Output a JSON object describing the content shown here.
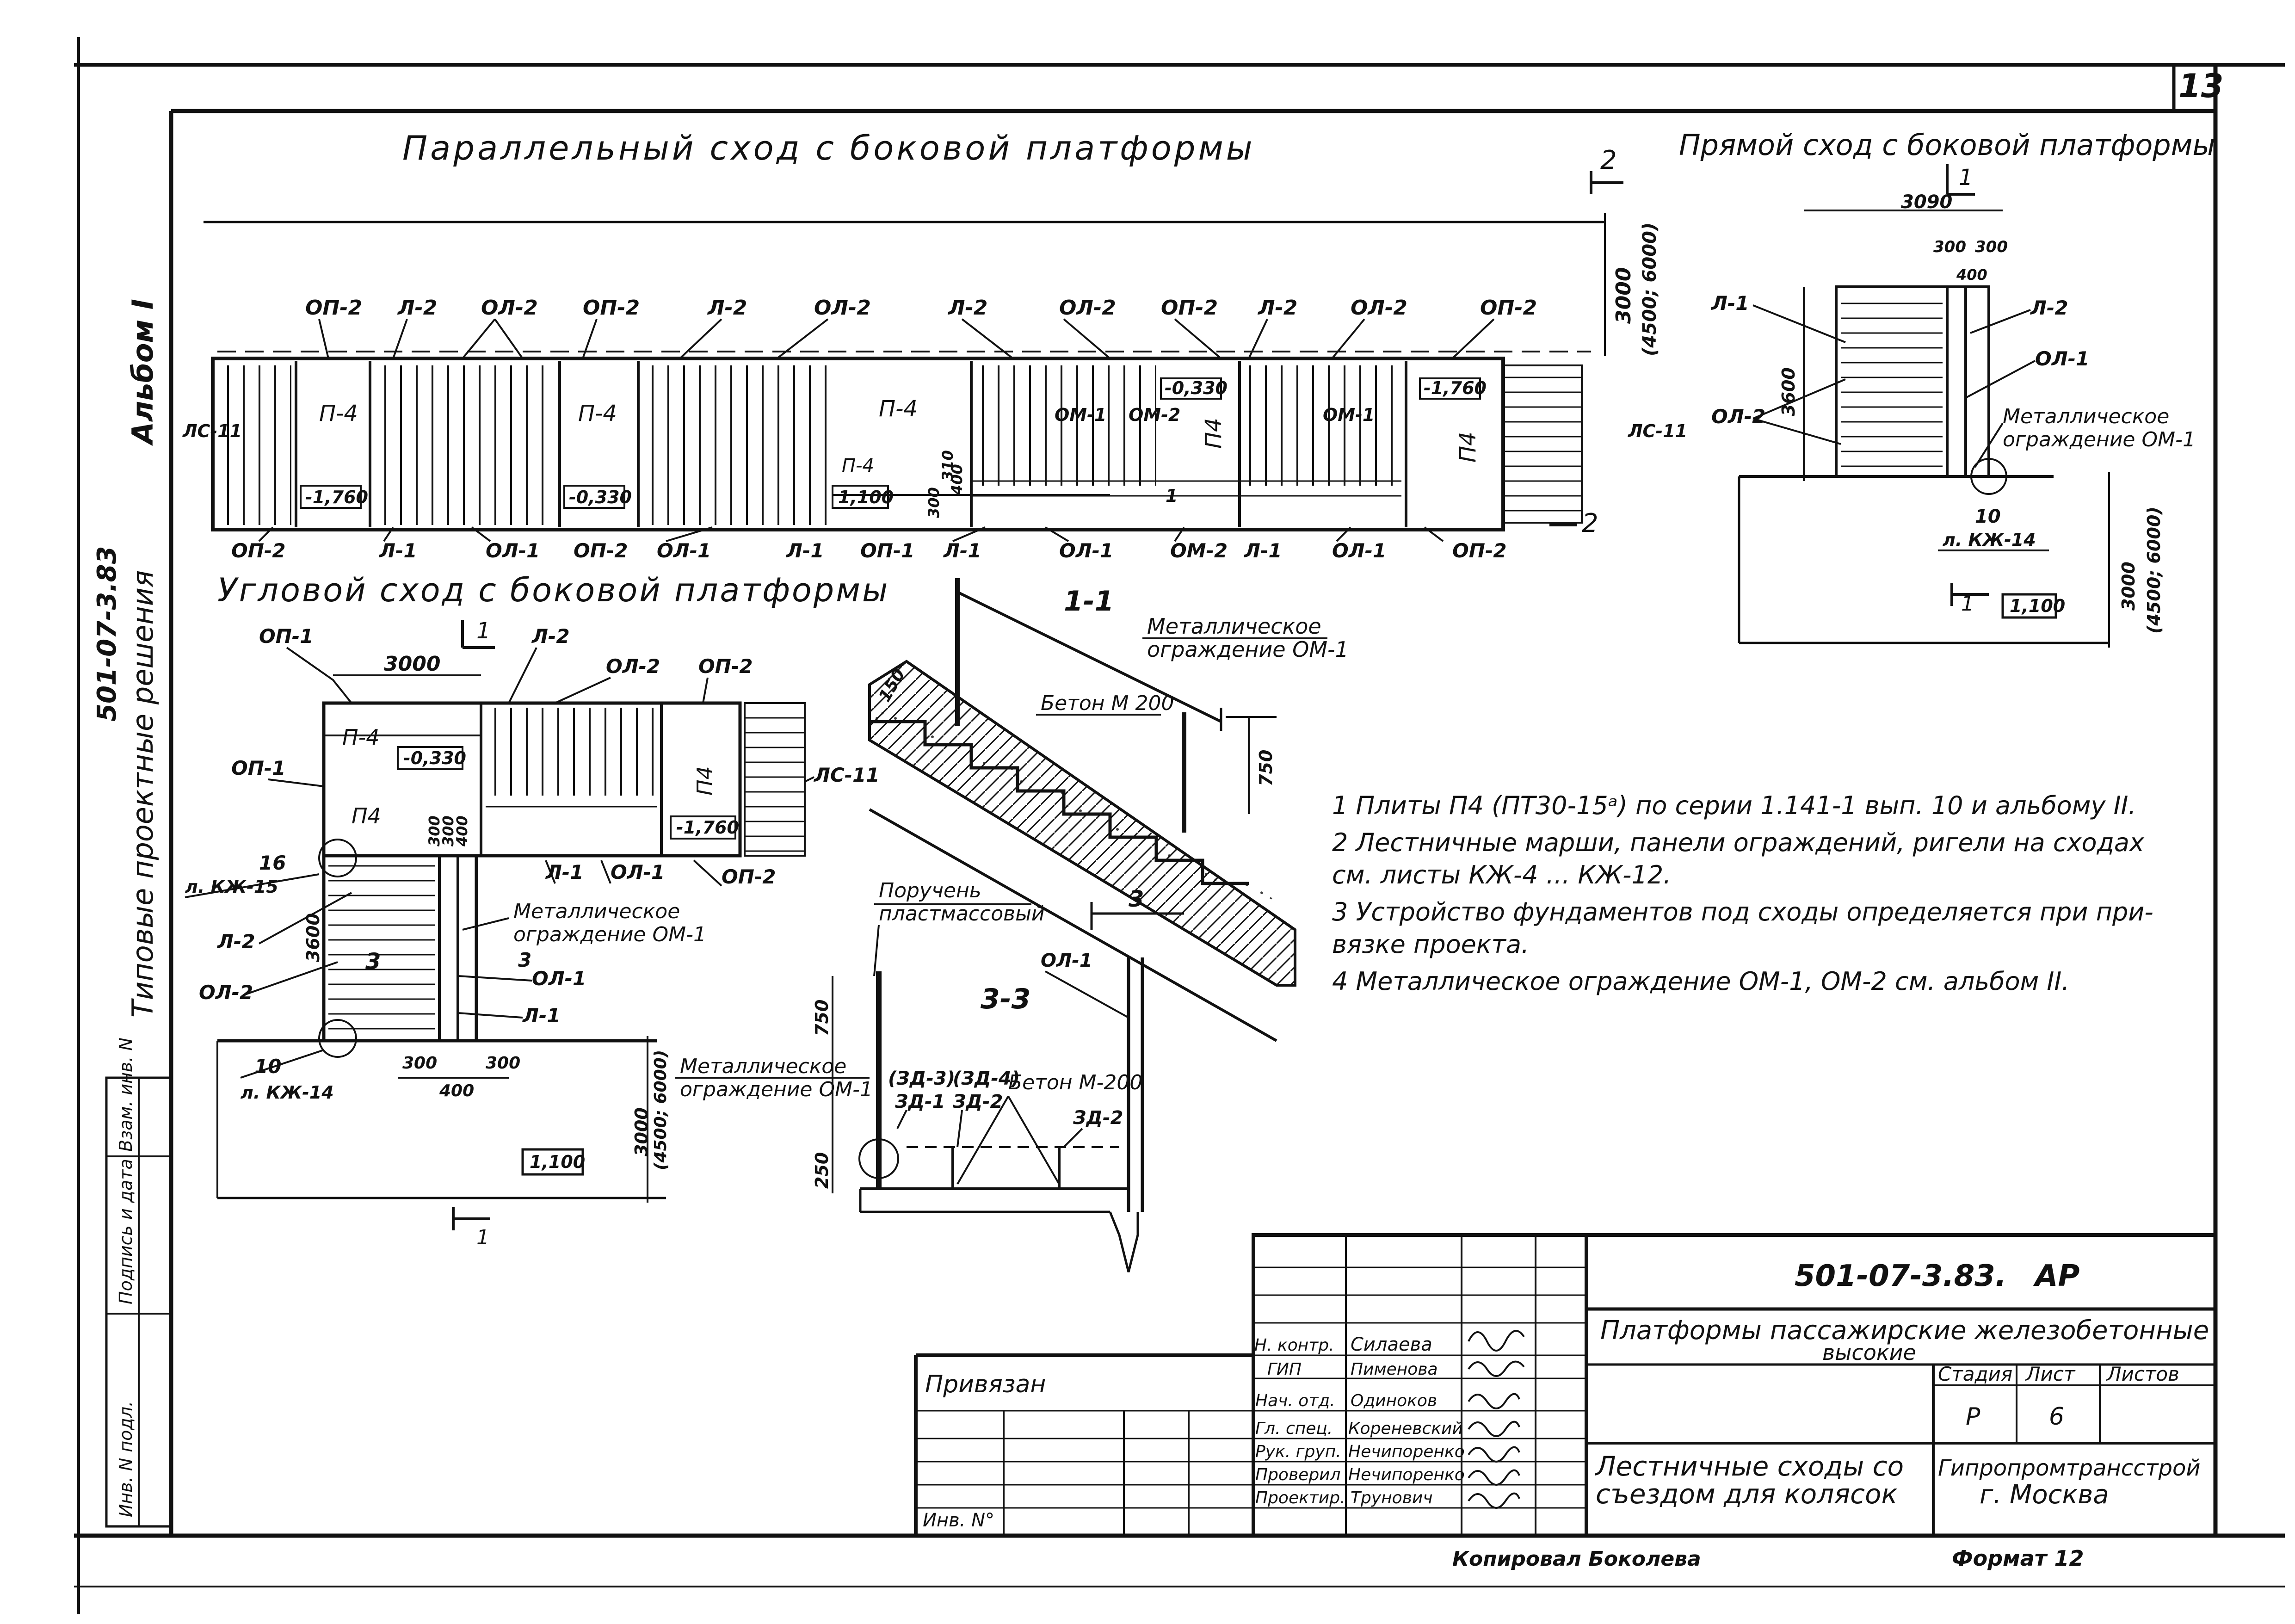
{
  "sheet_number": "13",
  "left_margin": {
    "series_code": "501-07-3.83",
    "album": "Альбом I",
    "series_title": "Типовые проектные решения",
    "stamp_cols": [
      "Инв. N подл.",
      "Подпись и дата",
      "Взам. инв. N"
    ]
  },
  "views": {
    "parallel": {
      "title": "Параллельный сход с боковой платформы",
      "dims": [
        "3000",
        "(4500; 6000)"
      ],
      "section_marks": [
        "2",
        "2"
      ],
      "top_labels": [
        "ОП-2",
        "Л-2",
        "ОЛ-2",
        "ОП-2",
        "Л-2",
        "ОЛ-2",
        "Л-2",
        "ОЛ-2",
        "ОП-2",
        "Л-2",
        "ОЛ-2",
        "ОП-2"
      ],
      "bottom_labels": [
        "ОП-2",
        "Л-1",
        "ОЛ-1",
        "ОП-2",
        "ОЛ-1",
        "Л-1",
        "ОП-1",
        "Л-1",
        "ОЛ-1",
        "ОМ-2",
        "Л-1",
        "ОЛ-1",
        "ОП-2"
      ],
      "panel_labels": [
        "П-4",
        "П-4",
        "П-4",
        "П-4",
        "П4",
        "П4"
      ],
      "elevations": [
        "-1,760",
        "-0,330",
        "1,100",
        "-0,330",
        "-1,760"
      ],
      "side_labels": [
        "ЛС-11",
        "ЛС-11"
      ],
      "inner_labels": [
        "ОМ-1",
        "ОМ-2",
        "ОМ-1",
        "1"
      ],
      "small_dims": [
        "300",
        "310",
        "400"
      ]
    },
    "straight": {
      "title": "Прямой сход с боковой платформы",
      "dims": [
        "3090",
        "300",
        "300",
        "400",
        "3600",
        "3000",
        "(4500; 6000)"
      ],
      "labels": [
        "Л-1",
        "ОЛ-2",
        "Л-2",
        "ОЛ-1"
      ],
      "note_fence": [
        "Металлическое",
        "ограждение ОМ-1"
      ],
      "callout": [
        "10",
        "л. КЖ-14"
      ],
      "elevation": "1,100",
      "section_marks": [
        "1",
        "1"
      ]
    },
    "corner": {
      "title": "Угловой сход с боковой платформы",
      "dims": [
        "3000",
        "3600",
        "300",
        "400",
        "300",
        "300",
        "300",
        "400",
        "3000",
        "(4500; 6000)"
      ],
      "labels": [
        "ОП-1",
        "Л-2",
        "ОЛ-2",
        "ОП-2",
        "ОП-1",
        "Л-2",
        "ОЛ-2",
        "Л-1",
        "ОЛ-1",
        "ОП-2",
        "ЛС-11",
        "Л-1",
        "ОЛ-1"
      ],
      "panels": [
        "П-4",
        "П4",
        "П4"
      ],
      "elevations": [
        "-0,330",
        "-1,760",
        "1,100"
      ],
      "callouts": [
        [
          "16",
          "л. КЖ-15"
        ],
        [
          "10",
          "л. КЖ-14"
        ]
      ],
      "note_fence": [
        "Металлическое",
        "ограждение ОМ-1"
      ],
      "section_marks": [
        "1",
        "1",
        "3",
        "3"
      ]
    },
    "section_1_1": {
      "title": "1-1",
      "note_fence": [
        "Металлическое",
        "ограждение ОМ-1"
      ],
      "concrete": "Бетон М 200",
      "dims": [
        "150",
        "750"
      ],
      "mark": "3"
    },
    "section_3_3": {
      "title": "3-3",
      "handrail": [
        "Поручень",
        "пластмассовый"
      ],
      "note_fence": [
        "Металлическое",
        "ограждение ОМ-1"
      ],
      "labels": [
        "ОЛ-1",
        "(ЗД-3)",
        "(ЗД-4)",
        "ЗД-1",
        "ЗД-2",
        "ЗД-2"
      ],
      "concrete": "Бетон М-200",
      "dims": [
        "750",
        "250"
      ]
    }
  },
  "notes": [
    "1  Плиты П4 (ПТ30-15ᵃ) по серии 1.141-1 вып. 10 и альбому II.",
    "2  Лестничные марши, панели ограждений, ригели на сходах",
    "    см. листы  КЖ-4 ... КЖ-12.",
    "3  Устройство фундаментов под сходы определяется при при-",
    "    вязке проекта.",
    "4  Металлическое ограждение ОМ-1, ОМ-2  см. альбом II."
  ],
  "title_block": {
    "code": "501-07-3.83.",
    "mark": "АР",
    "project": [
      "Платформы пассажирские железобетонные",
      "высокие"
    ],
    "bound": "Привязан",
    "inv": "Инв. N°",
    "roles": [
      "Н. контр.",
      "ГИП",
      "Нач. отд.",
      "Гл. спец.",
      "Рук. груп.",
      "Проверил",
      "Проектир."
    ],
    "names": [
      "Силаева",
      "Пименова",
      "Одиноков",
      "Кореневский",
      "Нечипоренко",
      "Нечипоренко",
      "Трунович"
    ],
    "stage_header": [
      "Стадия",
      "Лист",
      "Листов"
    ],
    "stage_values": [
      "Р",
      "6",
      ""
    ],
    "sheet_title": [
      "Лестничные сходы со",
      "съездом для колясок"
    ],
    "org": [
      "Гипропромтрансстрой",
      "г. Москва"
    ],
    "copied": "Копировал  Боколева",
    "format": "Формат 12"
  }
}
